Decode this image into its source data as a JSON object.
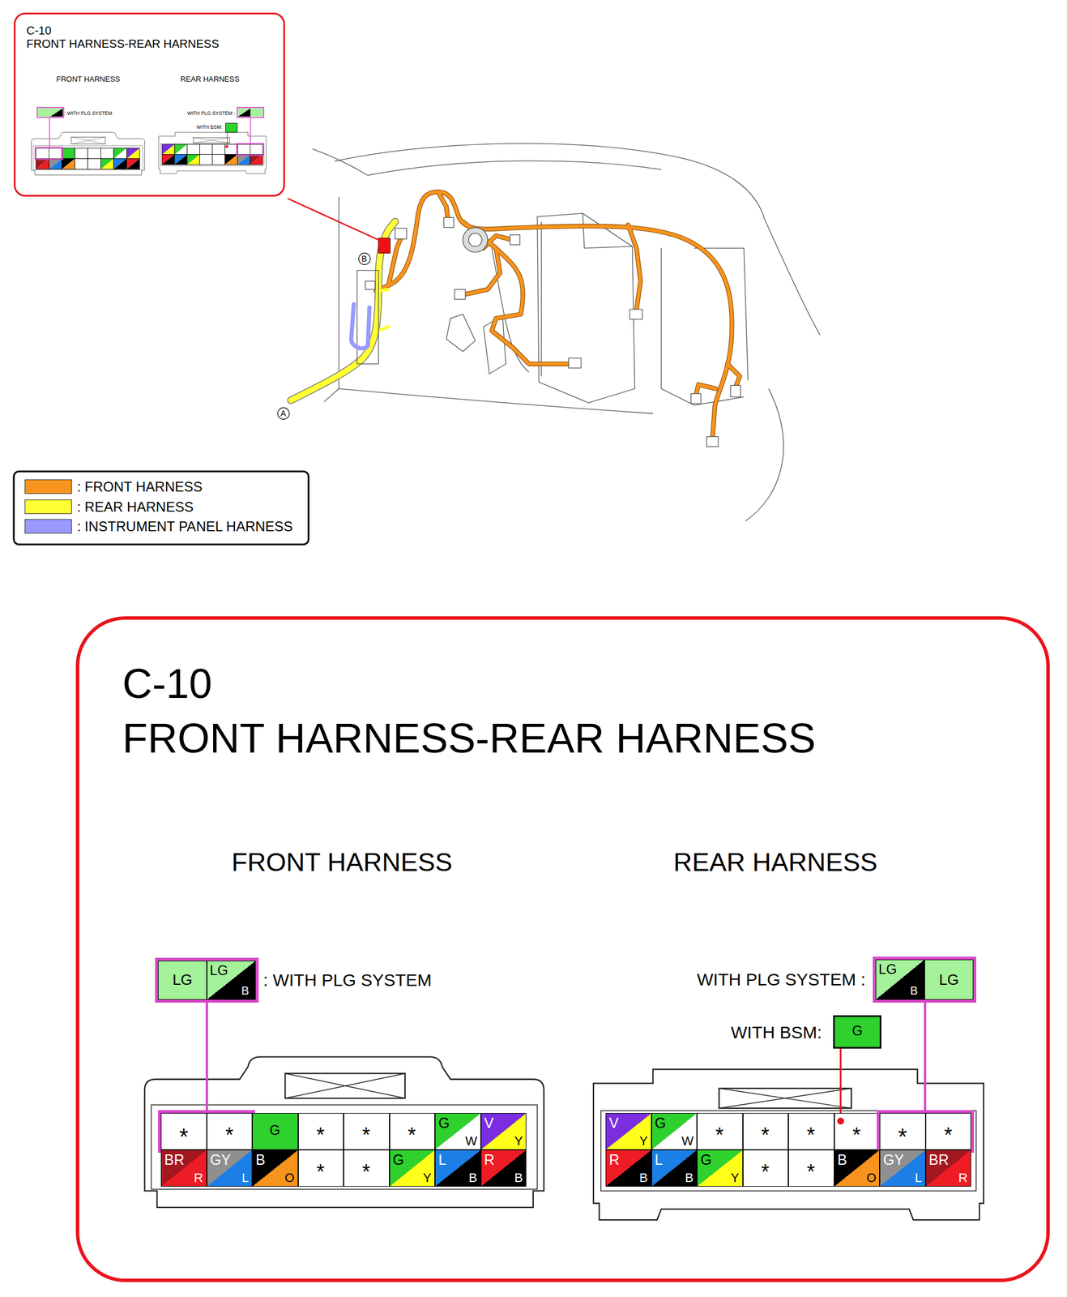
{
  "diagram": {
    "nodes": [
      {
        "text": [
          "C-10",
          "FRONT HARNESS-REAR HARNESS",
          "FRONT HARNESS",
          "REAR HARNESS",
          ": WITH PLG SYSTEM",
          "WITH PLG SYSTEM :",
          "WITH BSM:"
        ]
      },
      {
        "text": [
          "C-10",
          "FRONT HARNESS-REAR HARNESS",
          "FRONT HARNESS",
          "REAR HARNESS"
        ]
      },
      {
        "text": [
          "LG",
          "LG",
          "B",
          ": WITH PLG SYSTEM"
        ],
        "in": 1
      },
      {
        "text": [
          "WITH PLG SYSTEM :",
          "LG",
          "B",
          "LG"
        ],
        "in": 1
      },
      {
        "text": [
          "WITH BSM:",
          "G"
        ],
        "in": 1
      },
      {
        "text": [
          "*",
          "*"
        ],
        "in": 1
      },
      {
        "text": [
          "G"
        ],
        "in": 1
      },
      {
        "text": [
          "*"
        ],
        "in": 1
      },
      {
        "text": [
          "*"
        ],
        "in": 1
      },
      {
        "text": [
          "*"
        ],
        "in": 1
      },
      {
        "text": [
          "G",
          "W"
        ],
        "in": 1
      },
      {
        "text": [
          "V",
          "Y"
        ],
        "in": 1
      },
      {
        "text": [
          "BR",
          "R"
        ],
        "in": 1
      },
      {
        "text": [
          "GY",
          "L"
        ],
        "in": 1
      },
      {
        "text": [
          "B",
          "O"
        ],
        "in": 1
      },
      {
        "text": [
          "*"
        ],
        "in": 1
      },
      {
        "text": [
          "*"
        ],
        "in": 1
      },
      {
        "text": [
          "G",
          "Y"
        ],
        "in": 1
      },
      {
        "text": [
          "L",
          "B"
        ],
        "in": 1
      },
      {
        "text": [
          "R",
          "B"
        ],
        "in": 1
      },
      {
        "text": [
          "V",
          "Y"
        ],
        "in": 1
      },
      {
        "text": [
          "G",
          "W"
        ],
        "in": 1
      },
      {
        "text": [
          "*"
        ],
        "in": 1
      },
      {
        "text": [
          "*"
        ],
        "in": 1
      },
      {
        "text": [
          "*"
        ],
        "in": 1
      },
      {
        "text": [
          "*"
        ],
        "in": 1
      },
      {
        "text": [
          "*",
          "*"
        ],
        "in": 1
      },
      {
        "text": [
          "R",
          "B"
        ],
        "in": 1
      },
      {
        "text": [
          "L",
          "B"
        ],
        "in": 1
      },
      {
        "text": [
          "G",
          "Y"
        ],
        "in": 1
      },
      {
        "text": [
          "*"
        ],
        "in": 1
      },
      {
        "text": [
          "*"
        ],
        "in": 1
      },
      {
        "text": [
          "B",
          "O"
        ],
        "in": 1
      },
      {
        "text": [
          "GY",
          "L"
        ],
        "in": 1
      },
      {
        "text": [
          "BR",
          "R"
        ],
        "in": 1
      }
    ],
    "edges": [
      {
        "from": 2,
        "to": 5,
        "arrow": "none"
      },
      {
        "from": 3,
        "to": 26,
        "arrow": "none"
      },
      {
        "from": 4,
        "to": 25,
        "arrow": "none"
      }
    ],
    "labels": [
      "B",
      "A"
    ],
    "legend": [
      {
        "text": ": FRONT HARNESS",
        "color": "#f7941d"
      },
      {
        "text": ": REAR HARNESS",
        "color": "#ffff33"
      },
      {
        "text": ": INSTRUMENT PANEL HARNESS",
        "color": "#9999ff"
      }
    ]
  }
}
